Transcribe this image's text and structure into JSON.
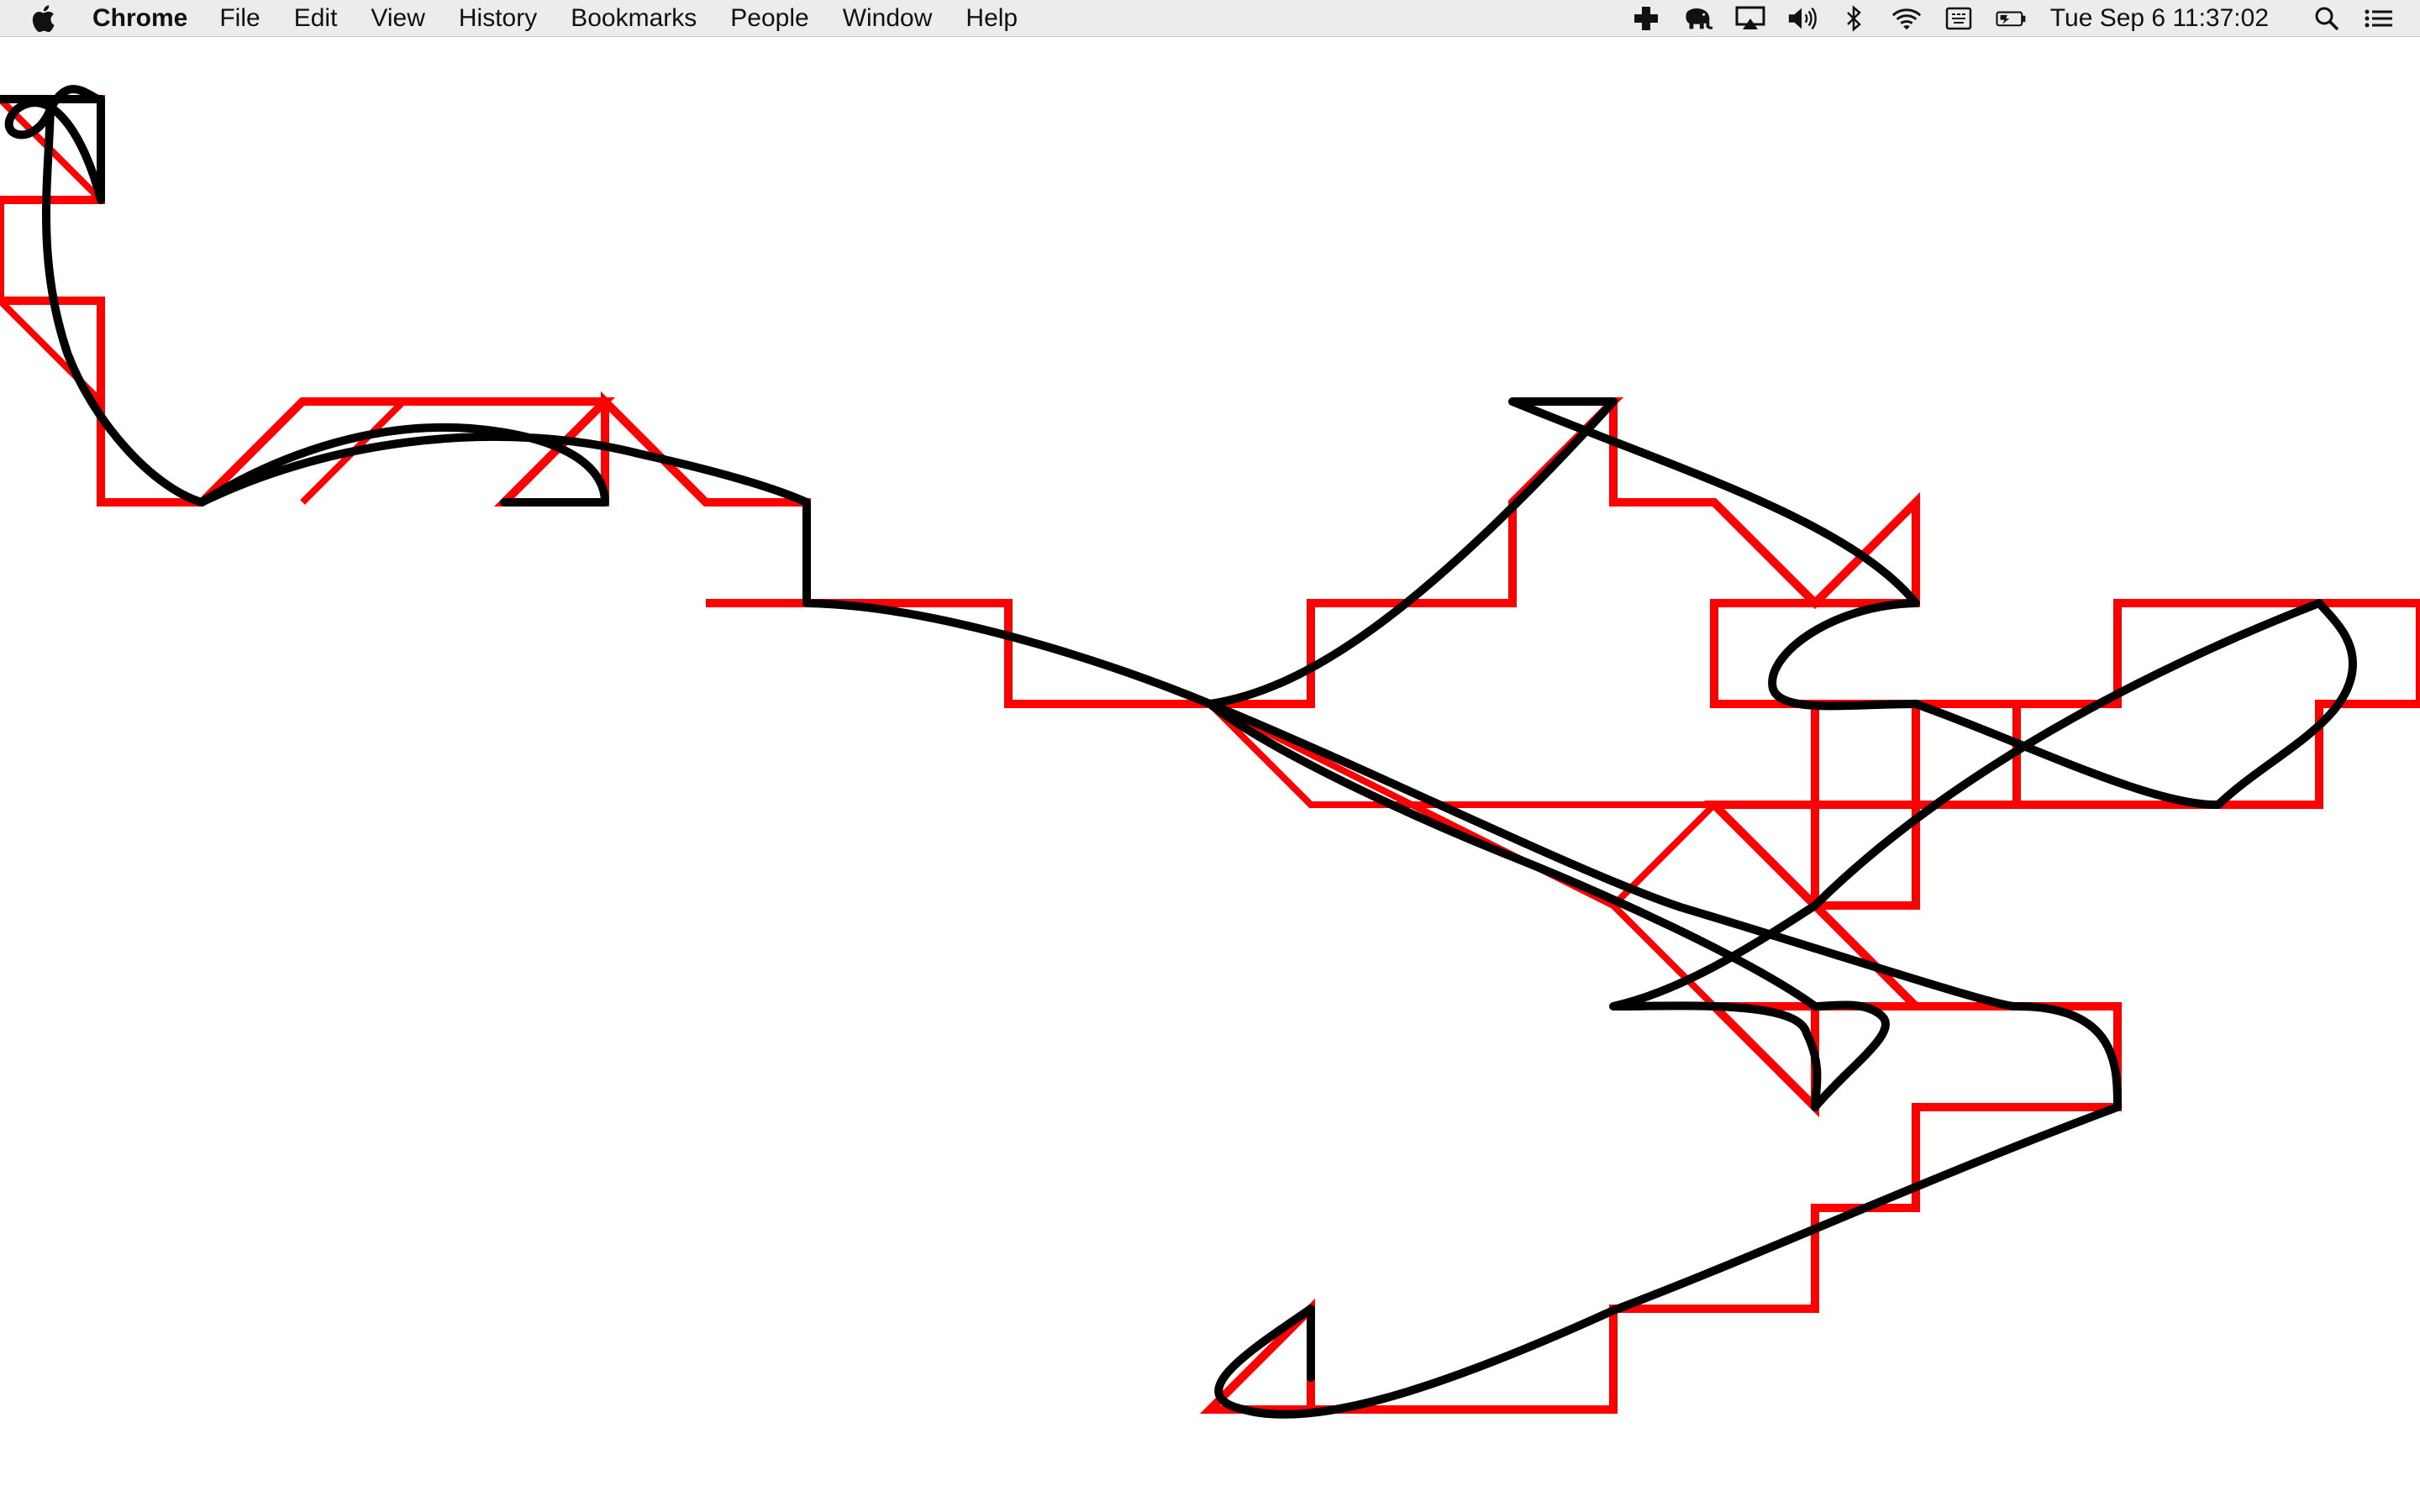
{
  "menubar": {
    "app_name": "Chrome",
    "items": [
      "File",
      "Edit",
      "View",
      "History",
      "Bookmarks",
      "People",
      "Window",
      "Help"
    ],
    "clock": "Tue Sep 6  11:37:02",
    "status_icons": [
      "plus-extension-icon",
      "elephant-icon",
      "airplay-icon",
      "volume-icon",
      "bluetooth-icon",
      "wifi-icon",
      "keyboard-input-icon",
      "battery-charging-icon",
      "spotlight-search-icon",
      "notification-center-icon"
    ]
  },
  "canvas": {
    "stroke_colors": {
      "red_path": "#ff0000",
      "black_curve": "#000000"
    }
  }
}
